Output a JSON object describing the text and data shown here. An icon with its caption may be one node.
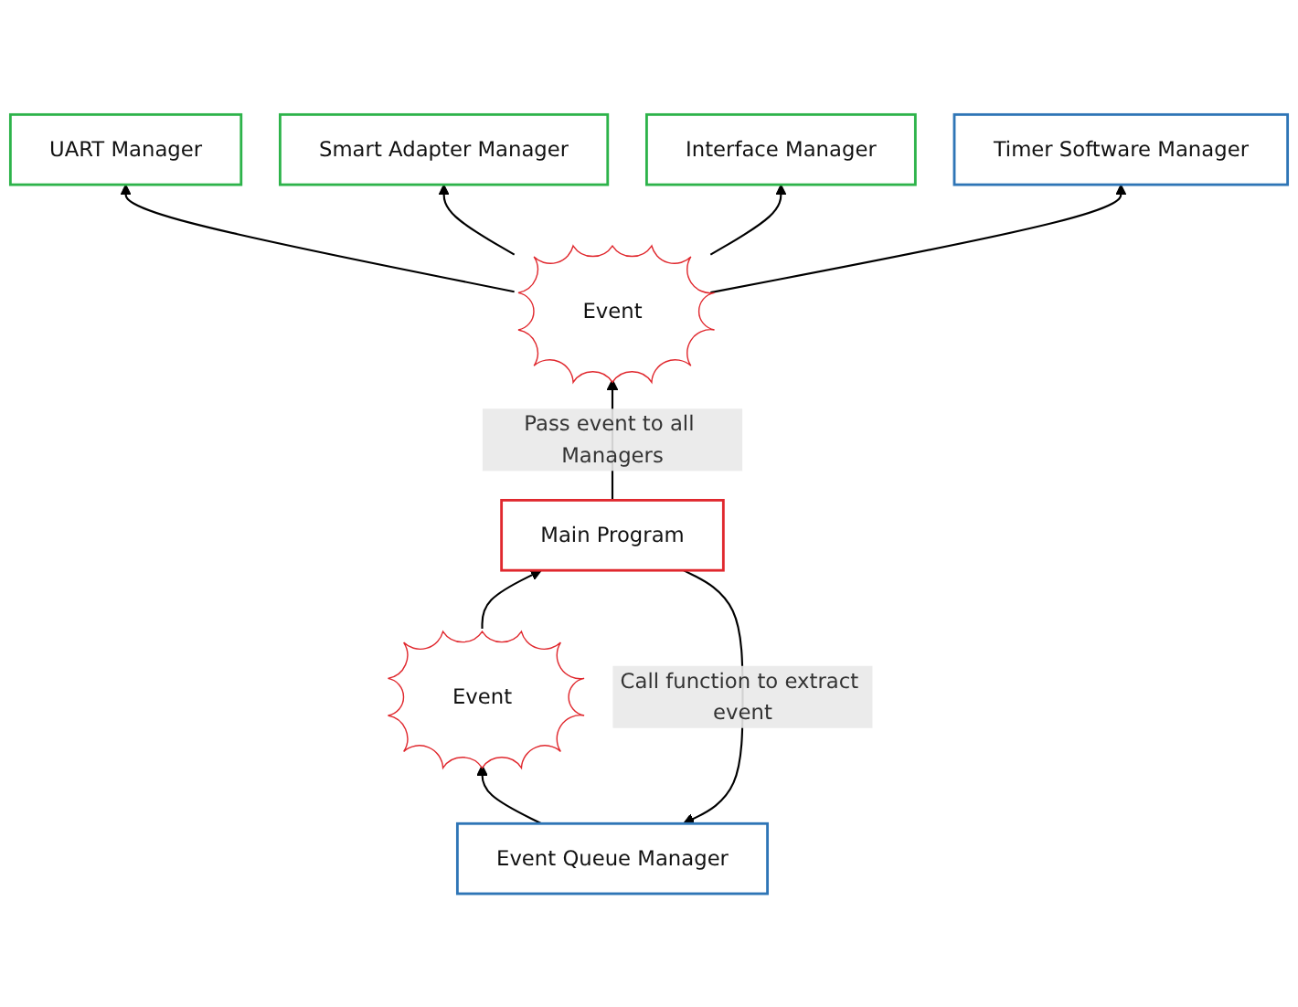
{
  "diagram": {
    "nodes": [
      {
        "text": [
          "UART Manager"
        ]
      },
      {
        "text": [
          "Smart Adapter Manager"
        ]
      },
      {
        "text": [
          "Interface Manager"
        ]
      },
      {
        "text": [
          "Timer Software Manager"
        ]
      },
      {
        "text": [
          "Event"
        ]
      },
      {
        "text": [
          "Event Queue Manager"
        ]
      },
      {
        "text": [
          "Main Program"
        ]
      },
      {
        "text": [
          "Event"
        ]
      }
    ],
    "edges": [
      {
        "from": 6,
        "to": 4,
        "arrow": "to",
        "label": "Pass event to all Managers"
      },
      {
        "from": 4,
        "to": 0,
        "arrow": "to"
      },
      {
        "from": 4,
        "to": 1,
        "arrow": "to"
      },
      {
        "from": 4,
        "to": 2,
        "arrow": "to"
      },
      {
        "from": 4,
        "to": 3,
        "arrow": "to"
      },
      {
        "from": 6,
        "to": 5,
        "arrow": "to",
        "label": "Call function to extract event"
      },
      {
        "from": 5,
        "to": 7,
        "arrow": "to"
      },
      {
        "from": 7,
        "to": 6,
        "arrow": "to"
      }
    ]
  }
}
